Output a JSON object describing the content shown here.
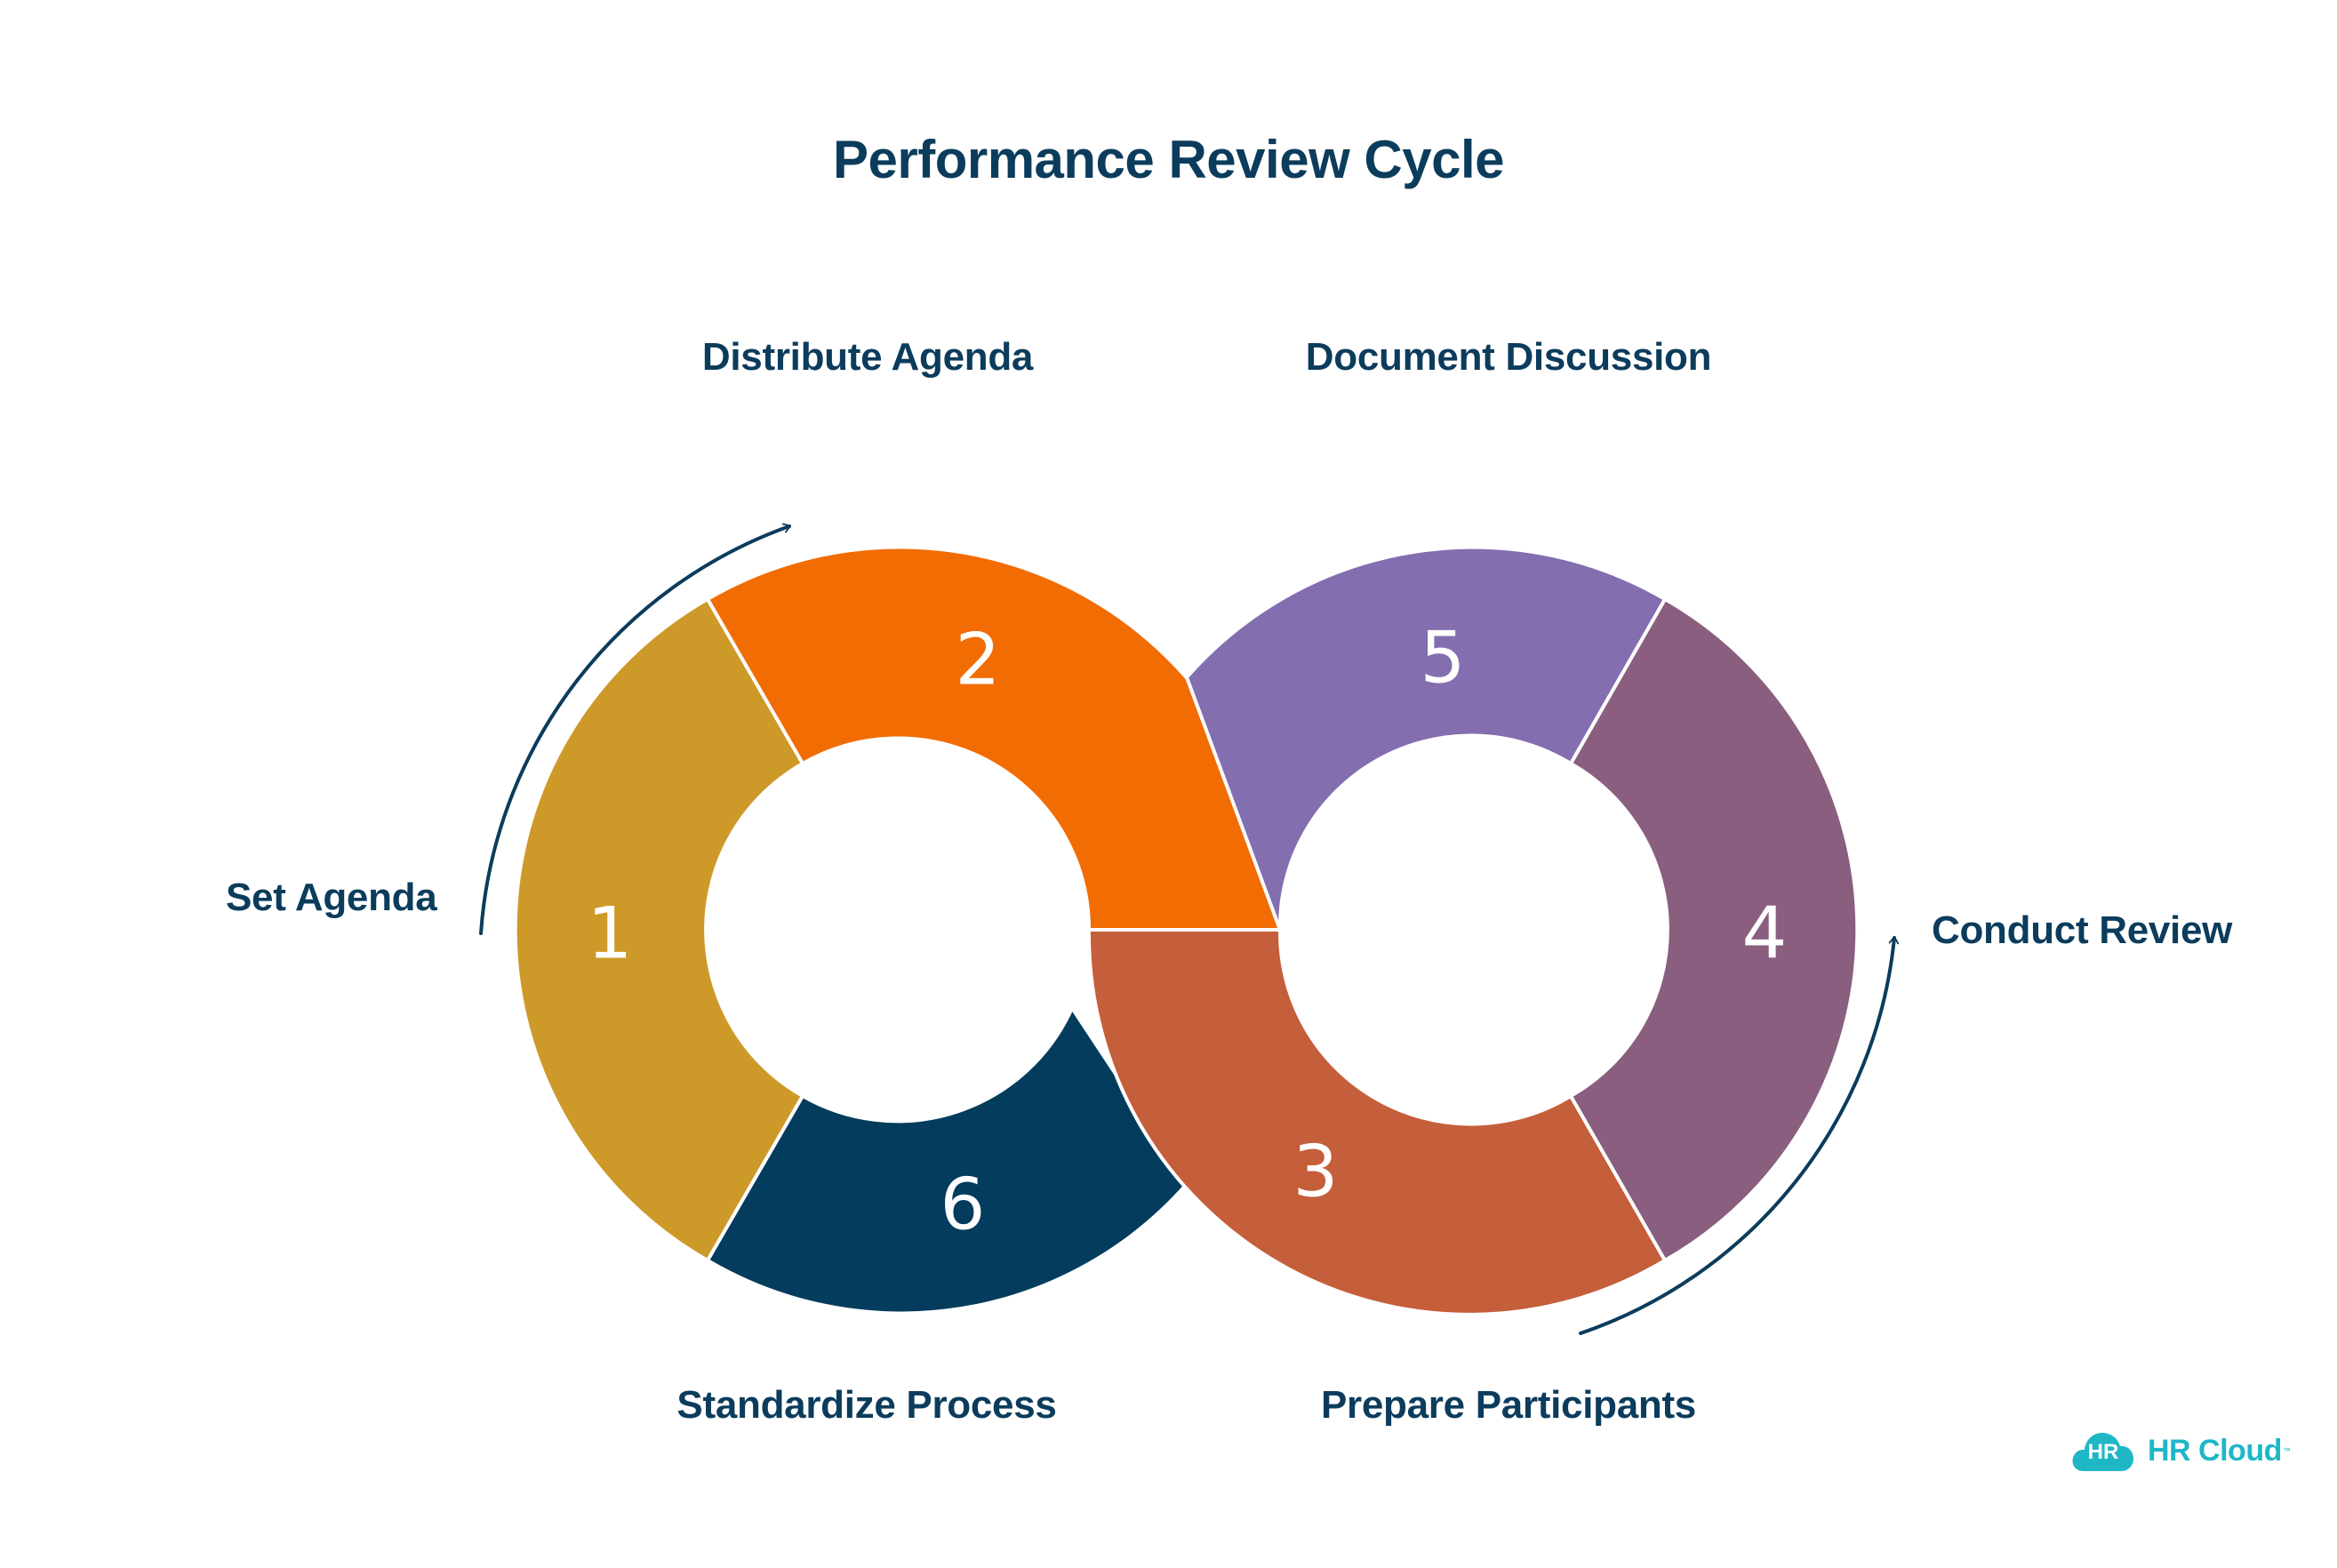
{
  "title": "Performance Review Cycle",
  "steps": [
    {
      "number": "1",
      "label": "Set Agenda",
      "color": "#cd9928"
    },
    {
      "number": "2",
      "label": "Distribute Agenda",
      "color": "#f26c04"
    },
    {
      "number": "3",
      "label": "Prepare Participants",
      "color": "#c55e3a"
    },
    {
      "number": "4",
      "label": "Conduct Review",
      "color": "#895e7e"
    },
    {
      "number": "5",
      "label": "Document Discussion",
      "color": "#836eb0"
    },
    {
      "number": "6",
      "label": "Standardize Process",
      "color": "#033c5c"
    }
  ],
  "arrow_color": "#0c3c5c",
  "logo": {
    "badge": "HR",
    "text": "HR Cloud",
    "mark": "™",
    "color": "#1fb7c6"
  }
}
